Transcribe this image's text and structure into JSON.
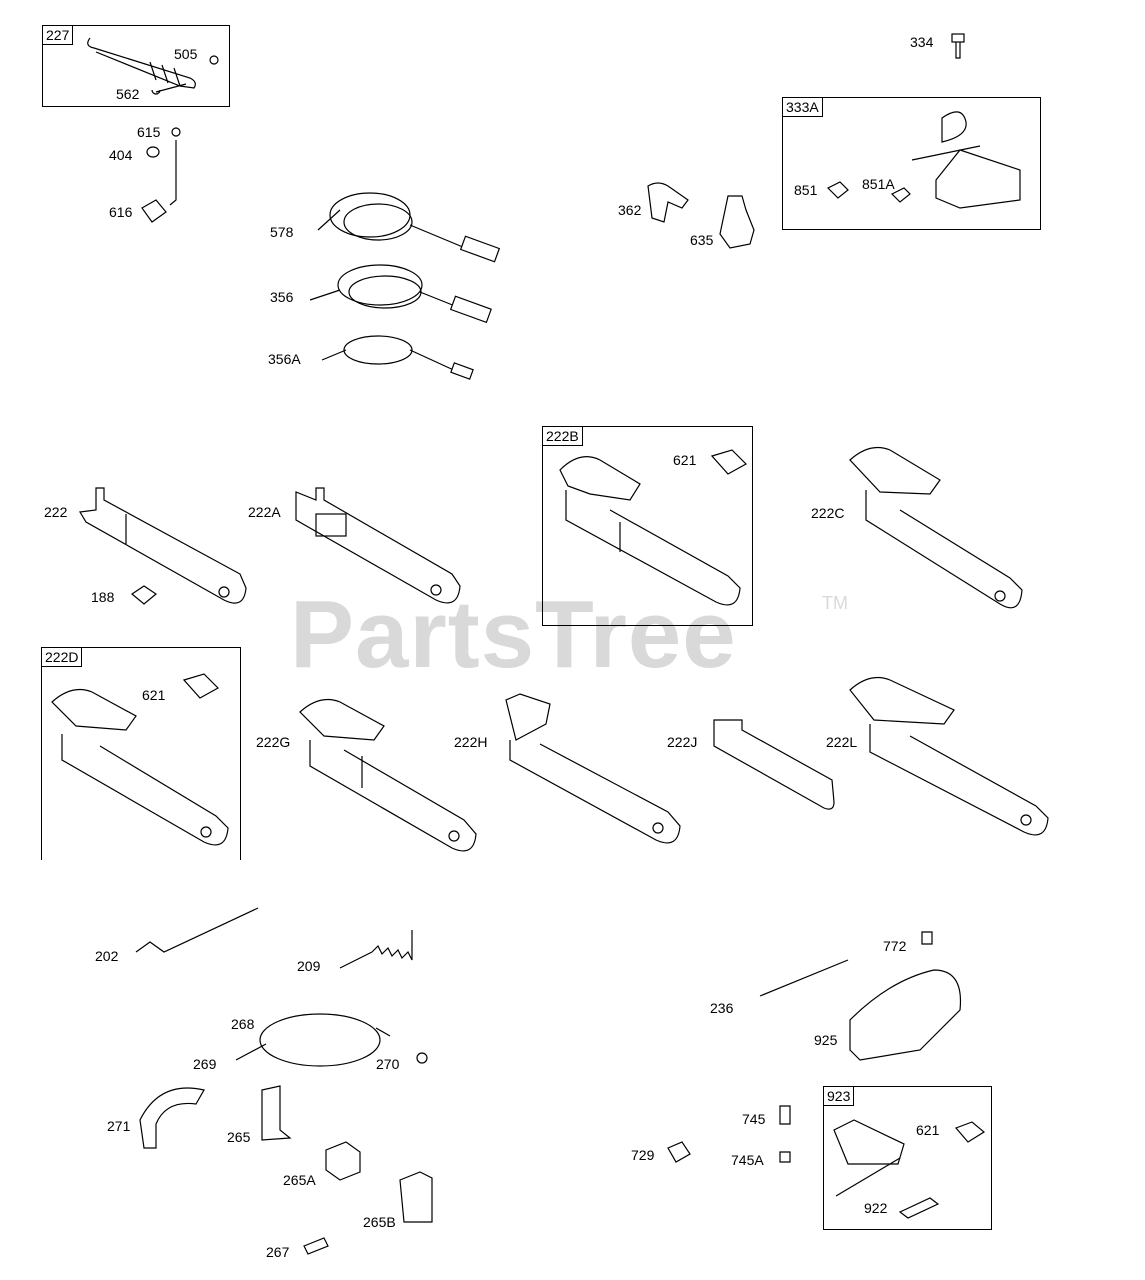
{
  "watermark": {
    "text": "PartsTree",
    "trademark": "TM"
  },
  "boxes": {
    "b227": "227",
    "b333A": "333A",
    "b222B": "222B",
    "b222D": "222D",
    "b923": "923"
  },
  "labels": {
    "l505": "505",
    "l562": "562",
    "l615": "615",
    "l404": "404",
    "l616": "616",
    "l578": "578",
    "l356": "356",
    "l356A": "356A",
    "l334": "334",
    "l362": "362",
    "l635": "635",
    "l851": "851",
    "l851A": "851A",
    "l222": "222",
    "l188": "188",
    "l222A": "222A",
    "l621b": "621",
    "l222C": "222C",
    "l621d": "621",
    "l222G": "222G",
    "l222H": "222H",
    "l222J": "222J",
    "l222L": "222L",
    "l202": "202",
    "l209": "209",
    "l268": "268",
    "l269": "269",
    "l270": "270",
    "l271": "271",
    "l265": "265",
    "l265A": "265A",
    "l265B": "265B",
    "l267": "267",
    "l772": "772",
    "l236": "236",
    "l925": "925",
    "l745": "745",
    "l745A": "745A",
    "l729": "729",
    "l621e": "621",
    "l922": "922"
  }
}
